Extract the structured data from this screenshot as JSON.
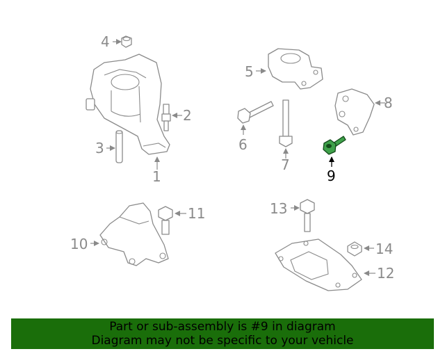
{
  "callouts": {
    "c1": "1",
    "c2": "2",
    "c3": "3",
    "c4": "4",
    "c5": "5",
    "c6": "6",
    "c7": "7",
    "c8": "8",
    "c9": "9",
    "c10": "10",
    "c11": "11",
    "c12": "12",
    "c13": "13",
    "c14": "14"
  },
  "highlighted_part": "9",
  "banner": {
    "line1": "Part or sub-assembly is #9 in diagram",
    "line2": "Diagram may not be specific to your vehicle",
    "color": "#1a6e0a"
  },
  "colors": {
    "part_line": "#8a8a8a",
    "highlight": "#3fa14a"
  }
}
